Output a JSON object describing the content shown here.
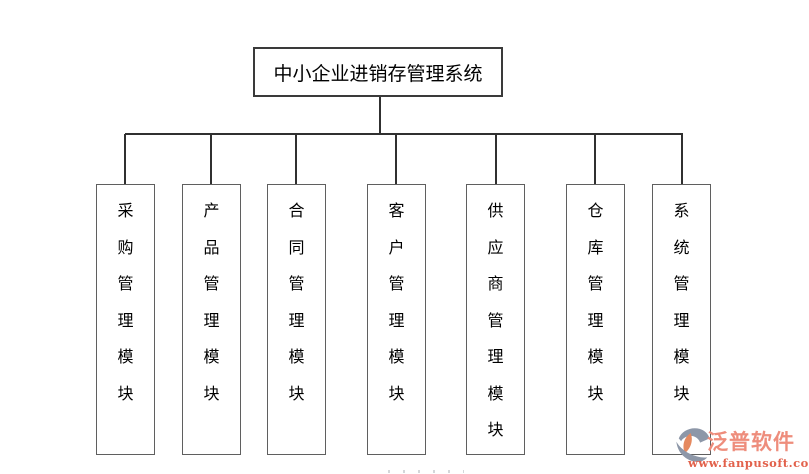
{
  "diagram": {
    "title": "中小企业进销存管理系统",
    "modules": [
      {
        "label": "采购管理模块"
      },
      {
        "label": "产品管理模块"
      },
      {
        "label": "合同管理模块"
      },
      {
        "label": "客户管理模块"
      },
      {
        "label": "供应商管理模块"
      },
      {
        "label": "仓库管理模块"
      },
      {
        "label": "系统管理模块"
      }
    ]
  },
  "watermark": {
    "brand": "泛普软件",
    "url": "www.fanpusoft.com"
  },
  "colors": {
    "background": "#ffffff",
    "line": "#303030",
    "box_border": "#5f5f5f",
    "text": "#000000",
    "brand_text": "#ee8d7c",
    "url_text": "#e2614b",
    "logo_slate": "#8d97a8",
    "logo_orange": "#e5895f"
  }
}
